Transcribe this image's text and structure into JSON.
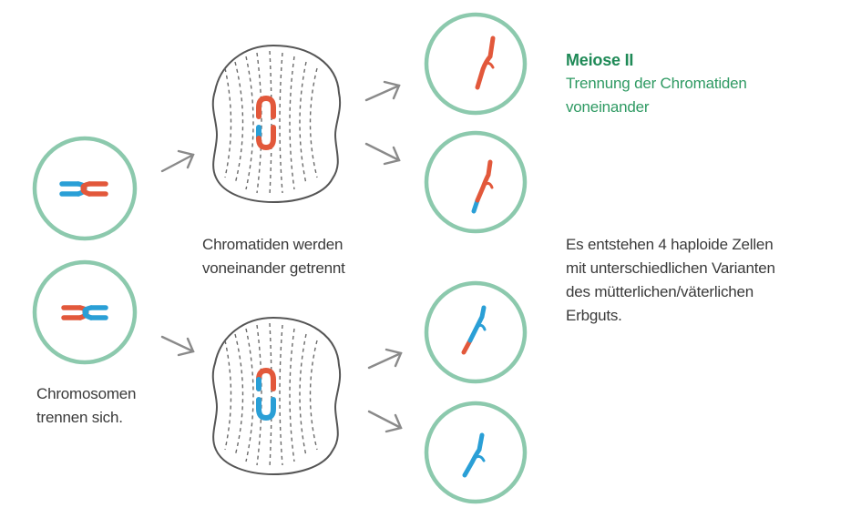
{
  "heading": {
    "title": "Meiose II",
    "subtitle_line1": "Trennung der Chromatiden",
    "subtitle_line2": "voneinander"
  },
  "caption_chromosomes": {
    "line1": "Chromosomen",
    "line2": "trennen sich."
  },
  "caption_chromatids": {
    "line1": "Chromatiden werden",
    "line2": "voneinander getrennt"
  },
  "result_text": {
    "line1": "Es entstehen 4 haploide Zellen",
    "line2": "mit unterschiedlichen Varianten",
    "line3": "des mütterlichen/väterlichen",
    "line4": "Erbguts."
  },
  "colors": {
    "cell_ring": "#8cc9ad",
    "maternal": "#e2583b",
    "paternal": "#2a9fd6",
    "arrow": "#8a8a8a",
    "spindle": "#6b6b6b",
    "heading": "#1f8a57"
  }
}
